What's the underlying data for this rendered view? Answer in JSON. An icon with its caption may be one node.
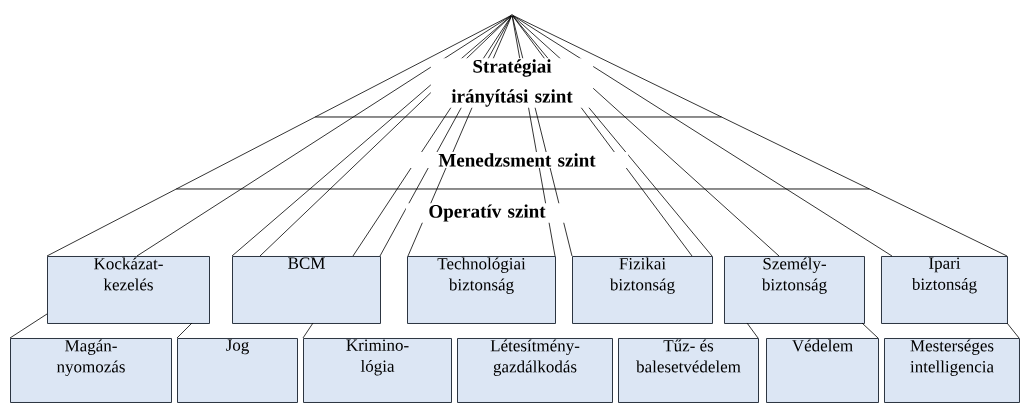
{
  "diagram": {
    "nodes": [
      {
        "text": [],
        "shape": "point"
      },
      {
        "text": [
          "Kockázat- kezelés"
        ]
      },
      {
        "text": [
          "BCM"
        ]
      },
      {
        "text": [
          "Technológiai biztonság"
        ]
      },
      {
        "text": [
          "Fizikai biztonság"
        ]
      },
      {
        "text": [
          "Személy- biztonság"
        ]
      },
      {
        "text": [
          "Ipari biztonság"
        ]
      },
      {
        "text": [
          "Magán- nyomozás"
        ]
      },
      {
        "text": [
          "Jog"
        ]
      },
      {
        "text": [
          "Krimino- lógia"
        ]
      },
      {
        "text": [
          "Létesítmény- gazdálkodás"
        ]
      },
      {
        "text": [
          "Tűz- és balesetvédelem"
        ]
      },
      {
        "text": [
          "Védelem"
        ]
      },
      {
        "text": [
          "Mesterséges intelligencia"
        ]
      }
    ],
    "edges": [
      {
        "from": 0,
        "to": 1,
        "arrow": "none"
      },
      {
        "from": 0,
        "to": 1,
        "arrow": "none"
      },
      {
        "from": 0,
        "to": 2,
        "arrow": "none"
      },
      {
        "from": 0,
        "to": 2,
        "arrow": "none"
      },
      {
        "from": 0,
        "to": 2,
        "arrow": "none"
      },
      {
        "from": 0,
        "to": 2,
        "arrow": "none"
      },
      {
        "from": 0,
        "to": 3,
        "arrow": "none"
      },
      {
        "from": 0,
        "to": 3,
        "arrow": "none"
      },
      {
        "from": 0,
        "to": 4,
        "arrow": "none"
      },
      {
        "from": 0,
        "to": 4,
        "arrow": "none"
      },
      {
        "from": 0,
        "to": 4,
        "arrow": "none"
      },
      {
        "from": 0,
        "to": 5,
        "arrow": "none"
      },
      {
        "from": 0,
        "to": 6,
        "arrow": "none"
      },
      {
        "from": 0,
        "to": 6,
        "arrow": "none"
      },
      {
        "from": 1,
        "to": 7,
        "arrow": "none"
      },
      {
        "from": 1,
        "to": 8,
        "arrow": "none"
      },
      {
        "from": 2,
        "to": 9,
        "arrow": "none"
      },
      {
        "from": 5,
        "to": 11,
        "arrow": "none"
      },
      {
        "from": 5,
        "to": 12,
        "arrow": "none"
      },
      {
        "from": 6,
        "to": 13,
        "arrow": "none"
      }
    ],
    "labels": [
      "Stratégiai irányítási szint",
      "Menedzsment szint",
      "Operatív szint"
    ]
  }
}
